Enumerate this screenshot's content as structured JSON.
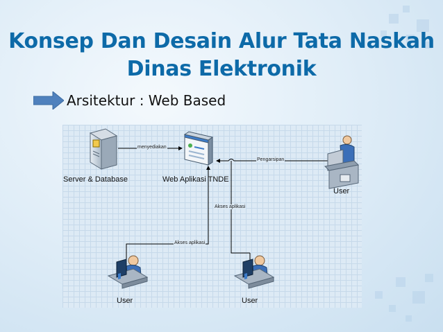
{
  "slide": {
    "title_line1": "Konsep Dan Desain Alur Tata Naskah",
    "title_line2": "Dinas Elektronik",
    "subtitle": "Arsitektur : Web Based"
  },
  "diagram": {
    "nodes": {
      "server": "Server & Database",
      "web": "Web Aplikasi TNDE",
      "user_right": "User",
      "user_left": "User",
      "user_middle": "User"
    },
    "edges": {
      "menyediakan": "menyediakan",
      "pengarsipan": "Pengarsipan",
      "akses_aplikasi_1": "Akses aplikasi",
      "akses_aplikasi_2": "Akses aplikasi"
    }
  },
  "colors": {
    "title": "#0d6aa8",
    "arrow": "#4f81bd",
    "diagram_bg": "#ddeaf5"
  }
}
